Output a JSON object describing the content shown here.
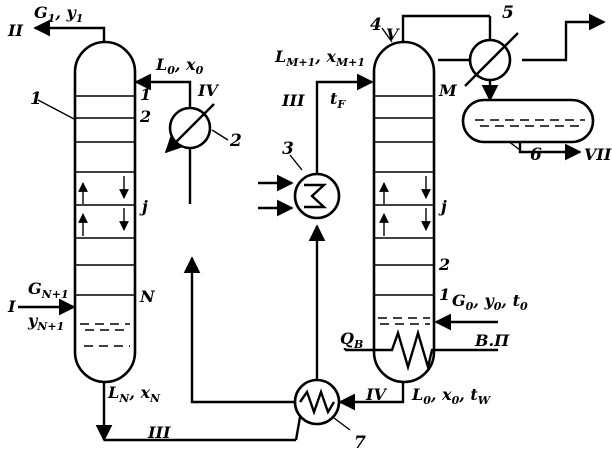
{
  "labels": {
    "col1_num": "1",
    "cond2_num": "2",
    "exch3_num": "3",
    "col4_num": "4",
    "cond5_num": "5",
    "drum6_num": "6",
    "exch7_num": "7",
    "stream_I": "I",
    "stream_II": "II",
    "stream_III_mid": "III",
    "stream_III_bottom": "III",
    "stream_IV_left": "IV",
    "stream_IV_bottom": "IV",
    "stream_VII": "VII",
    "stream_BP": "В.П",
    "tray_1_left": "1",
    "tray_2_left": "2",
    "tray_j_left": "j",
    "tray_N": "N",
    "tray_M": "M",
    "tray_j_right": "j",
    "tray_2_right": "2",
    "tray_1_right": "1",
    "vapor_V": "V"
  },
  "stream_vars": {
    "top_left": {
      "a": "G",
      "a_sub": "1",
      "b": "y",
      "b_sub": "1"
    },
    "reflux_left": {
      "a": "L",
      "a_sub": "0",
      "b": "x",
      "b_sub": "0"
    },
    "feed_left_top": {
      "a": "G",
      "a_sub": "N+1"
    },
    "feed_left_bottom": {
      "a": "y",
      "a_sub": "N+1"
    },
    "bottom_left": {
      "a": "L",
      "a_sub": "N",
      "b": "x",
      "b_sub": "N"
    },
    "feed_right": {
      "a": "L",
      "a_sub": "M+1",
      "b": "x",
      "b_sub": "M+1"
    },
    "feed_temp": {
      "a": "t",
      "a_sub": "F"
    },
    "heat": {
      "a": "Q",
      "a_sub": "B"
    },
    "steam_in": {
      "a": "G",
      "a_sub": "0",
      "b": "y",
      "b_sub": "0",
      "c": "t",
      "c_sub": "0"
    },
    "bottom_right": {
      "a": "L",
      "a_sub": "0",
      "b": "x",
      "b_sub": "0",
      "c": "t",
      "c_sub": "W"
    }
  }
}
